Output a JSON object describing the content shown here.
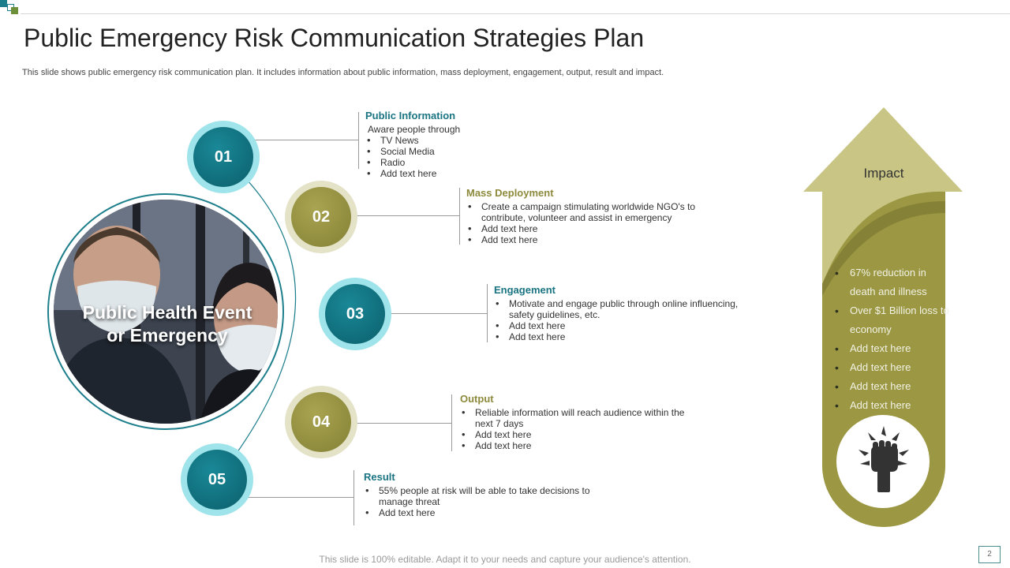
{
  "slide": {
    "title": "Public Emergency Risk Communication Strategies Plan",
    "subtitle": "This slide shows public emergency risk communication plan. It includes information about public information, mass deployment, engagement, output, result and impact.",
    "footer": "This slide is 100% editable. Adapt it to your needs and capture your audience's attention.",
    "page_number": "2"
  },
  "hub": {
    "label_line1": "Public Health Event",
    "label_line2": "or Emergency"
  },
  "steps": [
    {
      "number": "01",
      "title": "Public Information",
      "intro": "Aware people through",
      "bullets": [
        "TV News",
        "Social Media",
        "Radio",
        "Add text here"
      ]
    },
    {
      "number": "02",
      "title": "Mass Deployment",
      "intro": "",
      "bullets": [
        "Create a campaign stimulating worldwide NGO's to contribute, volunteer and assist in emergency",
        "Add text here",
        "Add text here"
      ]
    },
    {
      "number": "03",
      "title": "Engagement",
      "intro": "",
      "bullets": [
        "Motivate  and engage public through online influencing, safety guidelines, etc.",
        "Add text here",
        "Add text here"
      ]
    },
    {
      "number": "04",
      "title": "Output",
      "intro": "",
      "bullets": [
        "Reliable information will reach audience within the next 7 days",
        "Add text here",
        "Add text here"
      ]
    },
    {
      "number": "05",
      "title": "Result",
      "intro": "",
      "bullets": [
        "55% people at risk will be able to take decisions to manage threat",
        "Add text here"
      ]
    }
  ],
  "impact": {
    "title": "Impact",
    "items": [
      "67% reduction in death and illness",
      "Over $1 Billion loss to economy",
      "Add text here",
      "Add text here",
      "Add text here",
      "Add text here"
    ],
    "icon": "raised-fist-icon"
  },
  "colors": {
    "teal": "#0b6b78",
    "teal_light": "#9ee4ea",
    "olive": "#8d8a3c",
    "olive_light": "#c9c585",
    "olive_dark": "#9b9742"
  }
}
